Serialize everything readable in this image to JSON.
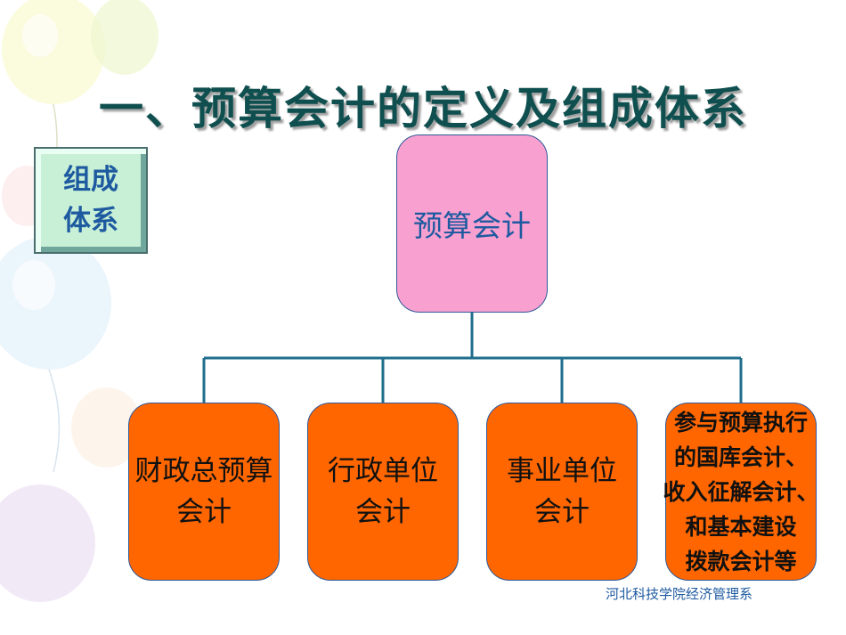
{
  "title": "一、预算会计的定义及组成体系",
  "side_label": {
    "line1": "组成",
    "line2": "体系"
  },
  "root": {
    "label": "预算会计"
  },
  "children": [
    {
      "line1": "财政总预算",
      "line2": "会计"
    },
    {
      "line1": "行政单位",
      "line2": "会计"
    },
    {
      "line1": "事业单位",
      "line2": "会计"
    },
    {
      "lines": [
        "参与预算执行",
        "的国库会计、",
        "收入征解会计、",
        "和基本建设",
        "拨款会计等"
      ]
    }
  ],
  "footer": "河北科技学院经济管理系",
  "colors": {
    "title": "#0f4f4f",
    "root_fill": "#f8a0d0",
    "child_fill": "#ff6600",
    "connector": "#1f6e8c",
    "side_fill": "#c7f0d6"
  }
}
